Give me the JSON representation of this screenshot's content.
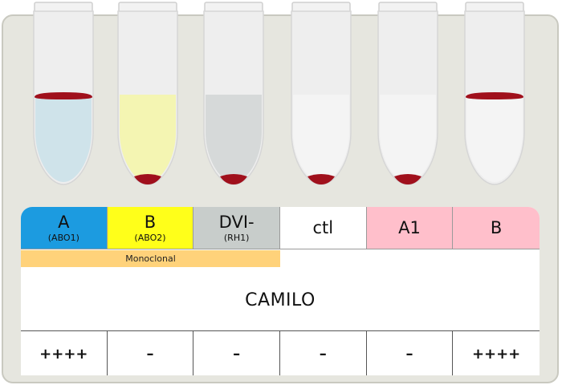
{
  "colors": {
    "card_bg": "#e6e6df",
    "blood": "#a0101c",
    "monoclonal": "#ffd27a"
  },
  "tubes": [
    {
      "fluid": "#cfe3ea",
      "pellet": "top",
      "icon": "test-tube"
    },
    {
      "fluid": "#f4f5b2",
      "pellet": "bottom",
      "icon": "test-tube"
    },
    {
      "fluid": "#d6d9d9",
      "pellet": "bottom",
      "icon": "test-tube"
    },
    {
      "fluid": "#f4f4f4",
      "pellet": "bottom",
      "icon": "test-tube"
    },
    {
      "fluid": "#f4f4f4",
      "pellet": "bottom",
      "icon": "test-tube"
    },
    {
      "fluid": "#f4f4f4",
      "pellet": "top",
      "icon": "test-tube"
    }
  ],
  "headers": [
    {
      "label": "A",
      "sub": "(ABO1)",
      "color": "#1c9be0"
    },
    {
      "label": "B",
      "sub": "(ABO2)",
      "color": "#ffff1a"
    },
    {
      "label": "DVI-",
      "sub": "(RH1)",
      "color": "#c8cdcb"
    },
    {
      "label": "ctl",
      "sub": "",
      "color": "#ffffff"
    },
    {
      "label": "A1",
      "sub": "",
      "color": "#ffbfcb"
    },
    {
      "label": "B",
      "sub": "",
      "color": "#ffbfcb"
    }
  ],
  "monoclonal_label": "Monoclonal",
  "patient_name": "CAMILO",
  "results": [
    "++++",
    "–",
    "–",
    "–",
    "–",
    "++++"
  ]
}
